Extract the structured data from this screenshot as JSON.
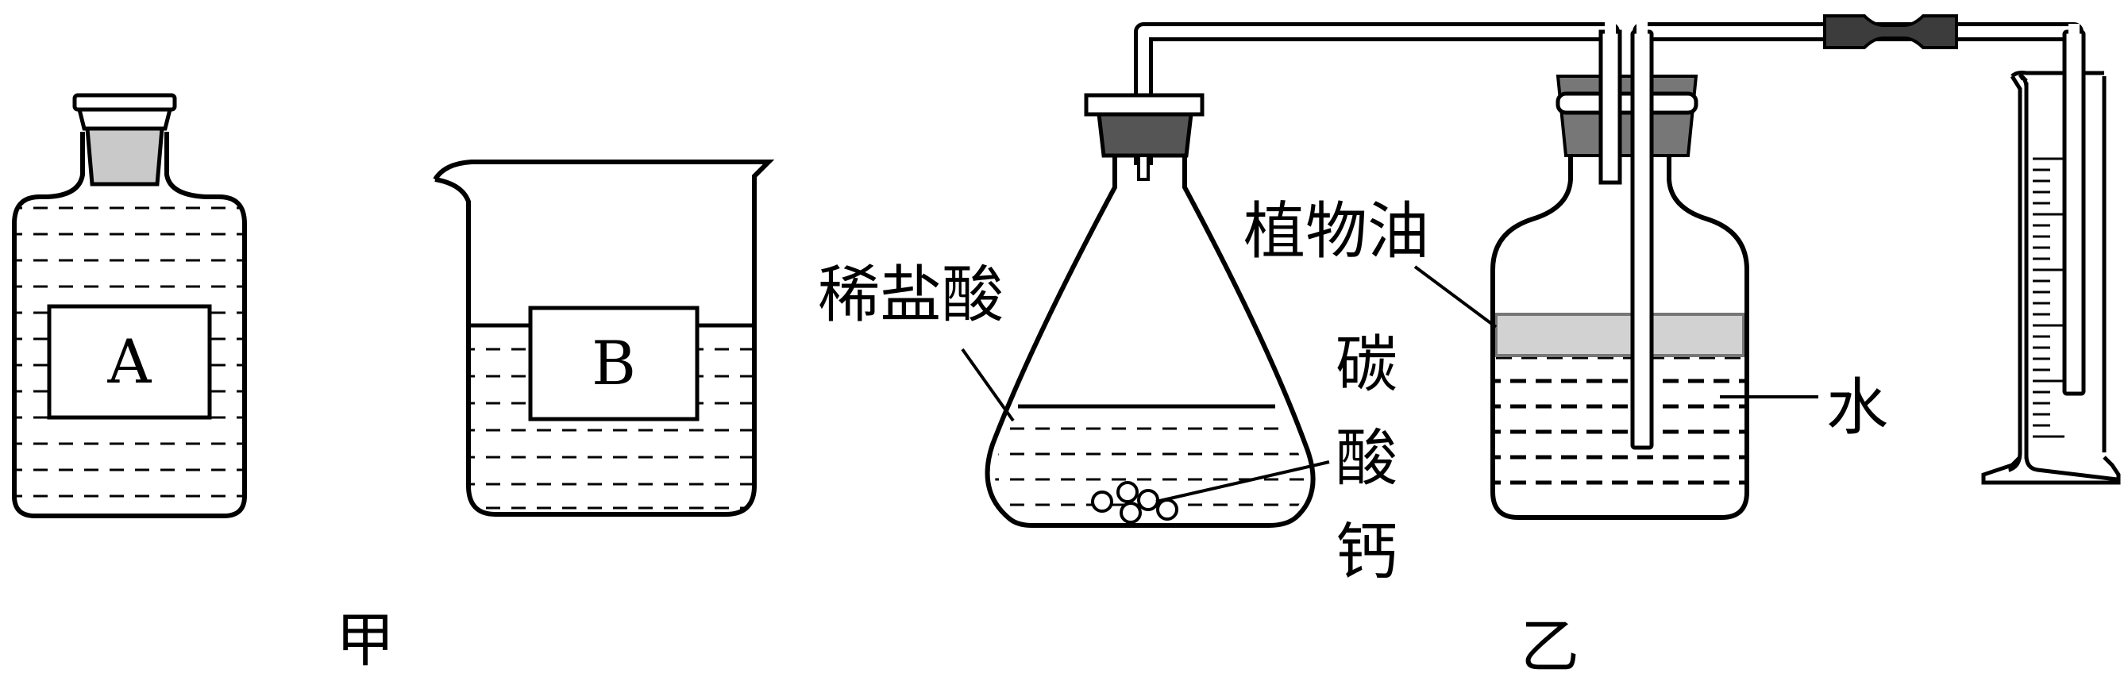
{
  "figure_jia": {
    "caption": "甲",
    "bottle_label": "A",
    "beaker_label": "B"
  },
  "figure_yi": {
    "caption": "乙",
    "acid_label": "稀盐酸",
    "solid_label_chars": [
      "碳",
      "酸",
      "钙"
    ],
    "oil_label": "植物油",
    "water_label": "水"
  }
}
